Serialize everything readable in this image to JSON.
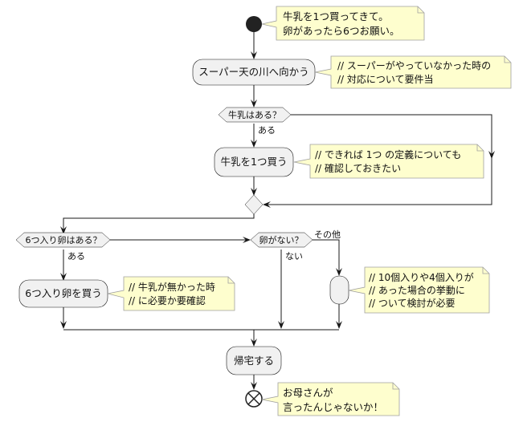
{
  "diagram": {
    "type": "activity",
    "start_note": [
      "牛乳を1つ買ってきて。",
      "卵があったら6つお願い。"
    ],
    "actions": {
      "go_to_super": "スーパー天の川へ向かう",
      "buy_milk": "牛乳を1つ買う",
      "buy_eggs": "6つ入り卵を買う",
      "empty_action": "",
      "go_home": "帰宅する"
    },
    "notes": {
      "go_to_super": [
        "// スーパーがやっていなかった時の",
        "// 対応について要件当"
      ],
      "buy_milk": [
        "// できれば 1つ の定義についても",
        "// 確認しておきたい"
      ],
      "buy_eggs": [
        "// 牛乳が無かった時",
        "// に必要か要確認"
      ],
      "empty_action": [
        "// 10個入りや4個入りが",
        "// あった場合の挙動に",
        "// ついて検討が必要"
      ],
      "end": [
        "お母さんが",
        "言ったんじゃないか！"
      ]
    },
    "decisions": {
      "milk": {
        "label": "牛乳はある？",
        "yes": "ある"
      },
      "eggs6": {
        "label": "6つ入り卵はある？",
        "yes": "ある"
      },
      "no_eggs": {
        "label": "卵がない？",
        "yes": "ない",
        "else": "その他"
      }
    }
  }
}
